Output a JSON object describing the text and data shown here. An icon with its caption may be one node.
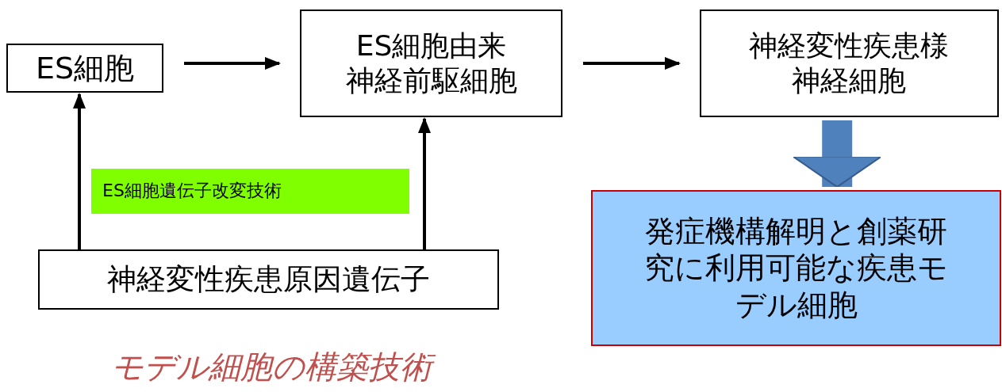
{
  "diagram": {
    "nodes": [
      {
        "text": [
          "ES細胞"
        ]
      },
      {
        "text": [
          "ES細胞由来神経前駆細胞"
        ]
      },
      {
        "text": [
          "神経変性疾患様神経細胞"
        ]
      },
      {
        "text": [
          "ES細胞遺伝子改変技術"
        ]
      },
      {
        "text": [
          "神経変性疾患原因遺伝子"
        ]
      },
      {
        "text": [
          "発症機構解明と創薬研究に利用可能な疾患モデル細胞"
        ]
      }
    ],
    "edges": [
      {
        "from": 0,
        "to": 1,
        "arrow": "to"
      },
      {
        "from": 1,
        "to": 2,
        "arrow": "to"
      },
      {
        "from": 4,
        "to": 0,
        "arrow": "to"
      },
      {
        "from": 4,
        "to": 1,
        "arrow": "to"
      },
      {
        "from": 2,
        "to": 5,
        "arrow": "to",
        "style": "thick",
        "color": "#4f81bd"
      }
    ],
    "labels": [
      "モデル細胞の構築技術"
    ]
  }
}
